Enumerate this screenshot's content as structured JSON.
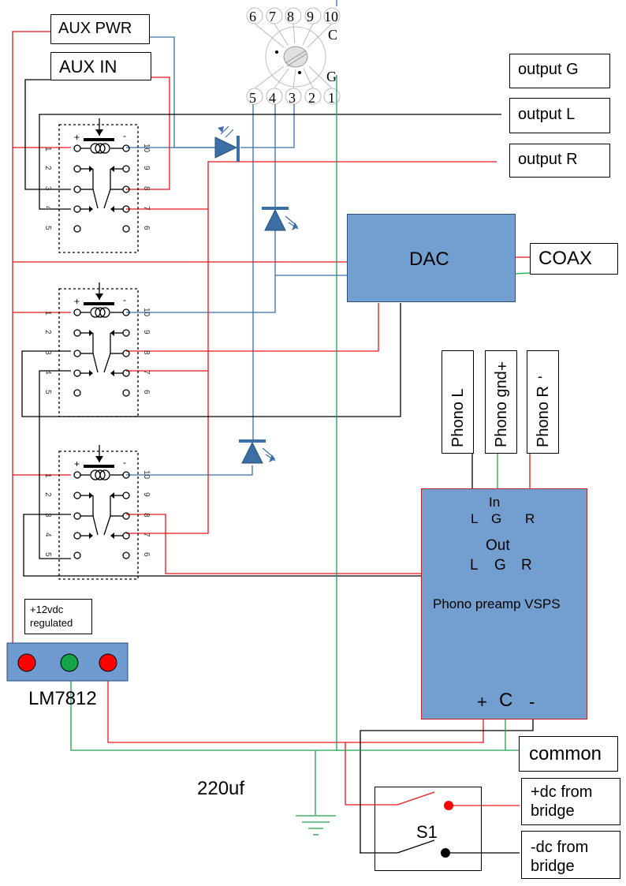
{
  "colors": {
    "red": "#e8141b",
    "green": "#1aa34a",
    "blue": "#3b6fa6",
    "black": "#000000",
    "block_fill": "#739fd0",
    "regulator_fill": "#6f9bd0"
  },
  "labels": {
    "aux_pwr": "AUX PWR",
    "aux_in": "AUX IN",
    "output_g": "output G",
    "output_l": "output  L",
    "output_r": "output  R",
    "dac": "DAC",
    "coax": "COAX",
    "phono_l": "Phono L",
    "phono_gnd": "Phono gnd",
    "phono_r": "Phono R",
    "phono_gnd_plus": "+",
    "phono_r_minus": "-",
    "preamp_in": "In",
    "preamp_in_l": "L",
    "preamp_in_g": "G",
    "preamp_in_r": "R",
    "preamp_out": "Out",
    "preamp_out_l": "L",
    "preamp_out_g": "G",
    "preamp_out_r": "R",
    "preamp_title": "Phono preamp VSPS",
    "preamp_plus": "+",
    "preamp_c": "C",
    "preamp_minus": "-",
    "reg_text_1": "+12vdc",
    "reg_text_2": "regulated",
    "lm7812": "LM7812",
    "common": "common",
    "cap": "220uf",
    "switch": "S1",
    "plus_dc_1": "+dc from",
    "plus_dc_2": "bridge",
    "minus_dc_1": "-dc from",
    "minus_dc_2": "bridge",
    "socket_pins_top": [
      "6",
      "7",
      "8",
      "9",
      "10"
    ],
    "socket_pins_bottom": [
      "5",
      "4",
      "3",
      "2",
      "1"
    ],
    "socket_c": "C",
    "socket_g": "G"
  },
  "relay": {
    "plus": "+",
    "minus": "-",
    "left_pins": [
      "1",
      "2",
      "3",
      "4",
      "5"
    ],
    "right_pins": [
      "10",
      "9",
      "8",
      "7",
      "6"
    ]
  }
}
